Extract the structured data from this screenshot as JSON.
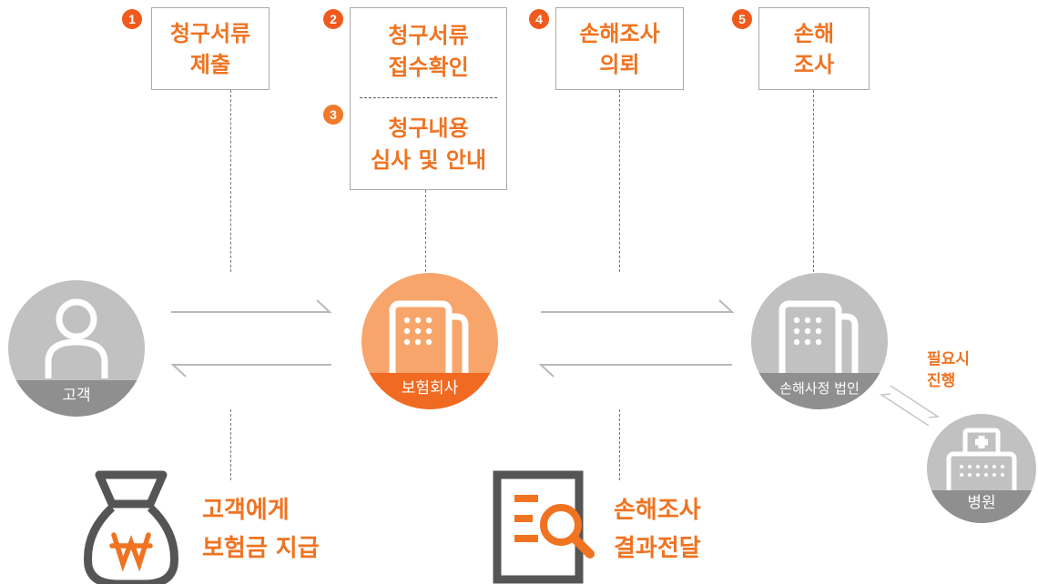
{
  "steps": [
    {
      "num": "1",
      "lines": [
        "청구서류",
        "제출"
      ]
    },
    {
      "num": "2",
      "lines": [
        "청구서류",
        "접수확인"
      ]
    },
    {
      "num": "3",
      "lines": [
        "청구내용",
        "심사 및 안내"
      ]
    },
    {
      "num": "4",
      "lines": [
        "손해조사",
        "의뢰"
      ]
    },
    {
      "num": "5",
      "lines": [
        "손해",
        "조사"
      ]
    }
  ],
  "nodes": {
    "customer": "고객",
    "insurer": "보험회사",
    "adjuster": "손해사정 법인",
    "hospital": "병원"
  },
  "optional_note": [
    "필요시",
    "진행"
  ],
  "outcomes": {
    "payment": [
      "고객에게",
      "보험금 지급"
    ],
    "result": [
      "손해조사",
      "결과전달"
    ]
  },
  "icons": {
    "customer": "person-icon",
    "insurer": "building-icon",
    "adjuster": "building-icon",
    "hospital": "hospital-icon",
    "payment": "money-bag-icon",
    "result": "document-search-icon"
  },
  "colors": {
    "accent": "#f07321",
    "insurer_circle": "#f7a56a",
    "insurer_band": "#f06a22",
    "gray_circle": "#c1c1c1",
    "gray_band": "#8f8f8f",
    "icon_dark": "#555555"
  }
}
